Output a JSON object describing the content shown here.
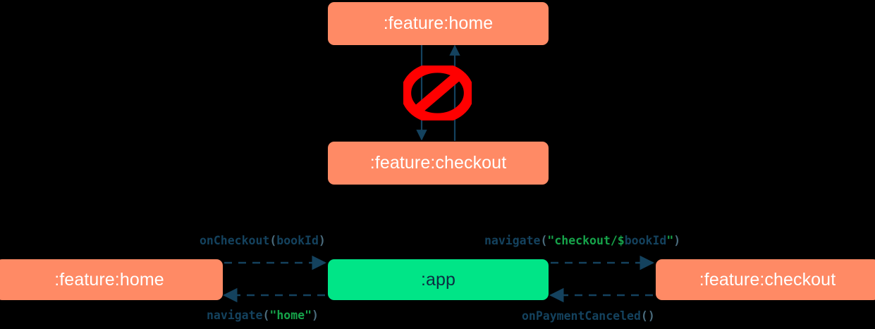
{
  "diagram": {
    "background_color": "#000000",
    "title": "module dependency and navigation diagram",
    "colors": {
      "feature_module": "#FF8A65",
      "app_module": "#00E587",
      "edge": "#14425E",
      "forbidden": "#FF0000",
      "string_literal": "#16A34A",
      "node_text_light": "#FFFFFF",
      "node_text_dark": "#0B2E42"
    }
  },
  "top_section": {
    "nodes": [
      {
        "id": "top-home",
        "label": ":feature:home",
        "color": "#FF8A65"
      },
      {
        "id": "top-checkout",
        "label": ":feature:checkout",
        "color": "#FF8A65"
      }
    ],
    "edges": [
      {
        "id": "home-to-checkout",
        "from": ":feature:home",
        "to": ":feature:checkout",
        "style": "solid",
        "direction": "down"
      },
      {
        "id": "checkout-to-home",
        "from": ":feature:checkout",
        "to": ":feature:home",
        "style": "solid",
        "direction": "up"
      }
    ],
    "annotation": {
      "id": "forbidden-sign",
      "icon": "no-entry-icon",
      "meaning": "direct dependency not allowed"
    }
  },
  "bottom_section": {
    "nodes": [
      {
        "id": "bottom-home",
        "label": ":feature:home",
        "color": "#FF8A65"
      },
      {
        "id": "bottom-app",
        "label": ":app",
        "color": "#00E587"
      },
      {
        "id": "bottom-checkout",
        "label": ":feature:checkout",
        "color": "#FF8A65"
      }
    ],
    "edges": [
      {
        "id": "home-to-app",
        "from": ":feature:home",
        "to": ":app",
        "style": "dashed",
        "direction": "right",
        "position": "above",
        "label_plain": "onCheckout(bookId)",
        "label_tokens": [
          {
            "text": "onCheckout",
            "type": "fn"
          },
          {
            "text": "(",
            "type": "punct"
          },
          {
            "text": "bookId",
            "type": "var"
          },
          {
            "text": ")",
            "type": "punct"
          }
        ]
      },
      {
        "id": "app-to-checkout",
        "from": ":app",
        "to": ":feature:checkout",
        "style": "dashed",
        "direction": "right",
        "position": "above",
        "label_plain": "navigate(\"checkout/$bookId\")",
        "label_tokens": [
          {
            "text": "navigate",
            "type": "fn"
          },
          {
            "text": "(",
            "type": "punct"
          },
          {
            "text": "\"checkout/",
            "type": "str"
          },
          {
            "text": "$",
            "type": "dollar"
          },
          {
            "text": "bookId",
            "type": "var"
          },
          {
            "text": "\"",
            "type": "str"
          },
          {
            "text": ")",
            "type": "punct"
          }
        ]
      },
      {
        "id": "app-to-home",
        "from": ":app",
        "to": ":feature:home",
        "style": "dashed",
        "direction": "left",
        "position": "below",
        "label_plain": "navigate(\"home\")",
        "label_tokens": [
          {
            "text": "navigate",
            "type": "fn"
          },
          {
            "text": "(",
            "type": "punct"
          },
          {
            "text": "\"home\"",
            "type": "str"
          },
          {
            "text": ")",
            "type": "punct"
          }
        ]
      },
      {
        "id": "checkout-to-app",
        "from": ":feature:checkout",
        "to": ":app",
        "style": "dashed",
        "direction": "left",
        "position": "below",
        "label_plain": "onPaymentCanceled()",
        "label_tokens": [
          {
            "text": "onPaymentCanceled",
            "type": "fn"
          },
          {
            "text": "()",
            "type": "punct"
          }
        ]
      }
    ]
  }
}
